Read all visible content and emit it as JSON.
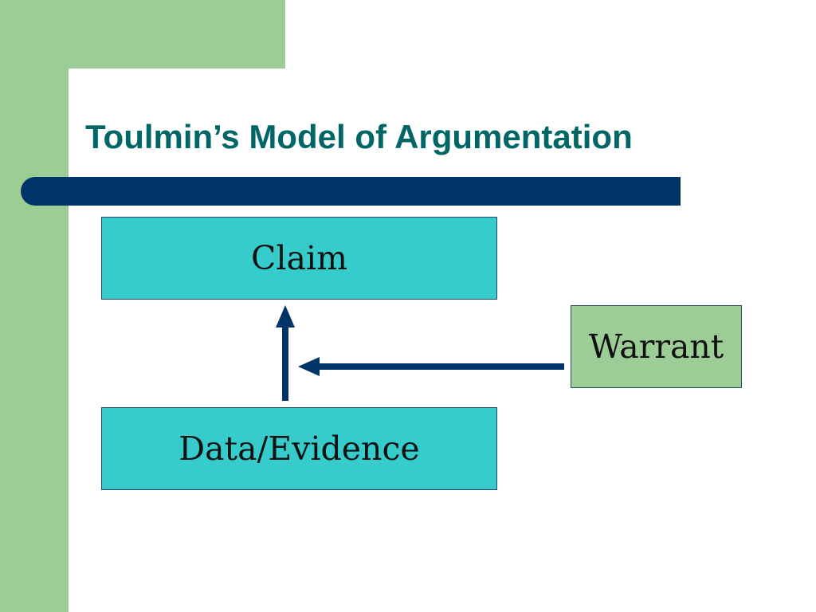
{
  "slide": {
    "title": "Toulmin’s Model of Argumentation"
  },
  "diagram": {
    "nodes": {
      "claim": "Claim",
      "evidence": "Data/Evidence",
      "warrant": "Warrant"
    },
    "edges": [
      {
        "from": "evidence",
        "to": "claim"
      },
      {
        "from": "warrant",
        "to": "evidence-claim-link"
      }
    ]
  },
  "colors": {
    "title_text": "#006666",
    "accent_bar": "#003366",
    "arrow": "#003366",
    "claim_fill": "#36cccc",
    "evidence_fill": "#36cccc",
    "warrant_fill": "#9dcd96",
    "side_panel": "#9dcd96"
  }
}
